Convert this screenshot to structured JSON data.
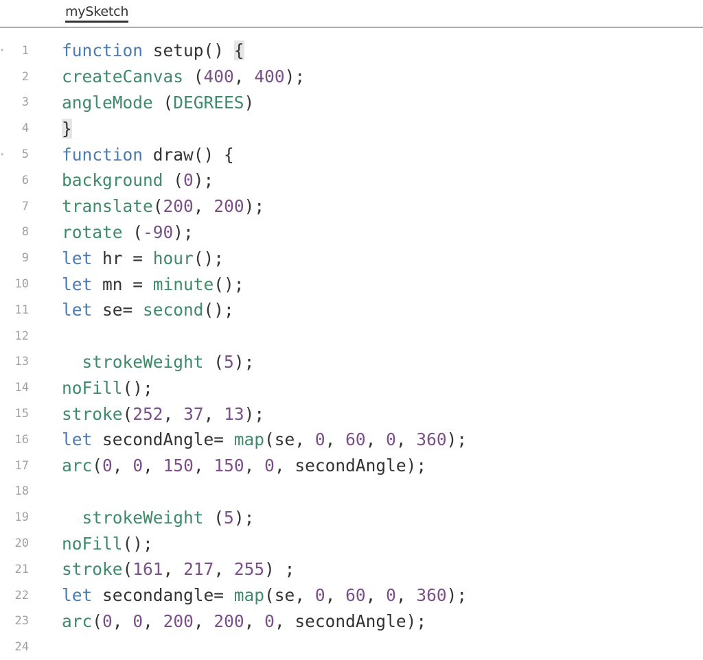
{
  "tab": {
    "label": "mySketch"
  },
  "editor": {
    "lines": [
      {
        "n": "1",
        "fold": true,
        "tokens": [
          [
            "kw",
            "function"
          ],
          [
            "plain",
            " setup() "
          ],
          [
            "hl",
            "{"
          ]
        ]
      },
      {
        "n": "2",
        "fold": false,
        "tokens": [
          [
            "fn",
            "createCanvas"
          ],
          [
            "plain",
            " ("
          ],
          [
            "num",
            "400"
          ],
          [
            "plain",
            ", "
          ],
          [
            "num",
            "400"
          ],
          [
            "plain",
            ");"
          ]
        ]
      },
      {
        "n": "3",
        "fold": false,
        "tokens": [
          [
            "fn",
            "angleMode"
          ],
          [
            "plain",
            " ("
          ],
          [
            "fn",
            "DEGREES"
          ],
          [
            "plain",
            ")"
          ]
        ]
      },
      {
        "n": "4",
        "fold": false,
        "tokens": [
          [
            "hl",
            "}"
          ]
        ]
      },
      {
        "n": "5",
        "fold": true,
        "tokens": [
          [
            "kw",
            "function"
          ],
          [
            "plain",
            " draw() {"
          ]
        ]
      },
      {
        "n": "6",
        "fold": false,
        "tokens": [
          [
            "fn",
            "background"
          ],
          [
            "plain",
            " ("
          ],
          [
            "num",
            "0"
          ],
          [
            "plain",
            ");"
          ]
        ]
      },
      {
        "n": "7",
        "fold": false,
        "tokens": [
          [
            "fn",
            "translate"
          ],
          [
            "plain",
            "("
          ],
          [
            "num",
            "200"
          ],
          [
            "plain",
            ", "
          ],
          [
            "num",
            "200"
          ],
          [
            "plain",
            ");"
          ]
        ]
      },
      {
        "n": "8",
        "fold": false,
        "tokens": [
          [
            "fn",
            "rotate"
          ],
          [
            "plain",
            " ("
          ],
          [
            "num",
            "-90"
          ],
          [
            "plain",
            ");"
          ]
        ]
      },
      {
        "n": "9",
        "fold": false,
        "tokens": [
          [
            "kw",
            "let"
          ],
          [
            "plain",
            " hr = "
          ],
          [
            "fn",
            "hour"
          ],
          [
            "plain",
            "();"
          ]
        ]
      },
      {
        "n": "10",
        "fold": false,
        "tokens": [
          [
            "kw",
            "let"
          ],
          [
            "plain",
            " mn = "
          ],
          [
            "fn",
            "minute"
          ],
          [
            "plain",
            "();"
          ]
        ]
      },
      {
        "n": "11",
        "fold": false,
        "tokens": [
          [
            "kw",
            "let"
          ],
          [
            "plain",
            " se= "
          ],
          [
            "fn",
            "second"
          ],
          [
            "plain",
            "();"
          ]
        ]
      },
      {
        "n": "12",
        "fold": false,
        "tokens": []
      },
      {
        "n": "13",
        "fold": false,
        "tokens": [
          [
            "plain",
            "  "
          ],
          [
            "fn",
            "strokeWeight"
          ],
          [
            "plain",
            " ("
          ],
          [
            "num",
            "5"
          ],
          [
            "plain",
            ");"
          ]
        ]
      },
      {
        "n": "14",
        "fold": false,
        "tokens": [
          [
            "fn",
            "noFill"
          ],
          [
            "plain",
            "();"
          ]
        ]
      },
      {
        "n": "15",
        "fold": false,
        "tokens": [
          [
            "fn",
            "stroke"
          ],
          [
            "plain",
            "("
          ],
          [
            "num",
            "252"
          ],
          [
            "plain",
            ", "
          ],
          [
            "num",
            "37"
          ],
          [
            "plain",
            ", "
          ],
          [
            "num",
            "13"
          ],
          [
            "plain",
            ");"
          ]
        ]
      },
      {
        "n": "16",
        "fold": false,
        "tokens": [
          [
            "kw",
            "let"
          ],
          [
            "plain",
            " secondAngle= "
          ],
          [
            "fn",
            "map"
          ],
          [
            "plain",
            "(se, "
          ],
          [
            "num",
            "0"
          ],
          [
            "plain",
            ", "
          ],
          [
            "num",
            "60"
          ],
          [
            "plain",
            ", "
          ],
          [
            "num",
            "0"
          ],
          [
            "plain",
            ", "
          ],
          [
            "num",
            "360"
          ],
          [
            "plain",
            ");"
          ]
        ]
      },
      {
        "n": "17",
        "fold": false,
        "tokens": [
          [
            "fn",
            "arc"
          ],
          [
            "plain",
            "("
          ],
          [
            "num",
            "0"
          ],
          [
            "plain",
            ", "
          ],
          [
            "num",
            "0"
          ],
          [
            "plain",
            ", "
          ],
          [
            "num",
            "150"
          ],
          [
            "plain",
            ", "
          ],
          [
            "num",
            "150"
          ],
          [
            "plain",
            ", "
          ],
          [
            "num",
            "0"
          ],
          [
            "plain",
            ", secondAngle);"
          ]
        ]
      },
      {
        "n": "18",
        "fold": false,
        "tokens": []
      },
      {
        "n": "19",
        "fold": false,
        "tokens": [
          [
            "plain",
            "  "
          ],
          [
            "fn",
            "strokeWeight"
          ],
          [
            "plain",
            " ("
          ],
          [
            "num",
            "5"
          ],
          [
            "plain",
            ");"
          ]
        ]
      },
      {
        "n": "20",
        "fold": false,
        "tokens": [
          [
            "fn",
            "noFill"
          ],
          [
            "plain",
            "();"
          ]
        ]
      },
      {
        "n": "21",
        "fold": false,
        "tokens": [
          [
            "fn",
            "stroke"
          ],
          [
            "plain",
            "("
          ],
          [
            "num",
            "161"
          ],
          [
            "plain",
            ", "
          ],
          [
            "num",
            "217"
          ],
          [
            "plain",
            ", "
          ],
          [
            "num",
            "255"
          ],
          [
            "plain",
            ") ;"
          ]
        ]
      },
      {
        "n": "22",
        "fold": false,
        "tokens": [
          [
            "kw",
            "let"
          ],
          [
            "plain",
            " secondangle= "
          ],
          [
            "fn",
            "map"
          ],
          [
            "plain",
            "(se, "
          ],
          [
            "num",
            "0"
          ],
          [
            "plain",
            ", "
          ],
          [
            "num",
            "60"
          ],
          [
            "plain",
            ", "
          ],
          [
            "num",
            "0"
          ],
          [
            "plain",
            ", "
          ],
          [
            "num",
            "360"
          ],
          [
            "plain",
            ");"
          ]
        ]
      },
      {
        "n": "23",
        "fold": false,
        "tokens": [
          [
            "fn",
            "arc"
          ],
          [
            "plain",
            "("
          ],
          [
            "num",
            "0"
          ],
          [
            "plain",
            ", "
          ],
          [
            "num",
            "0"
          ],
          [
            "plain",
            ", "
          ],
          [
            "num",
            "200"
          ],
          [
            "plain",
            ", "
          ],
          [
            "num",
            "200"
          ],
          [
            "plain",
            ", "
          ],
          [
            "num",
            "0"
          ],
          [
            "plain",
            ", secondAngle);"
          ]
        ]
      },
      {
        "n": "24",
        "fold": false,
        "tokens": []
      }
    ]
  },
  "colors": {
    "keyword": "#4a7bb1",
    "function": "#3e8a6b",
    "number": "#7a4f8a",
    "text": "#333333",
    "gutter": "#a0a0a0",
    "bracket_highlight": "#e6e6e6"
  },
  "icons": {
    "fold": "fold-triangle-icon"
  }
}
